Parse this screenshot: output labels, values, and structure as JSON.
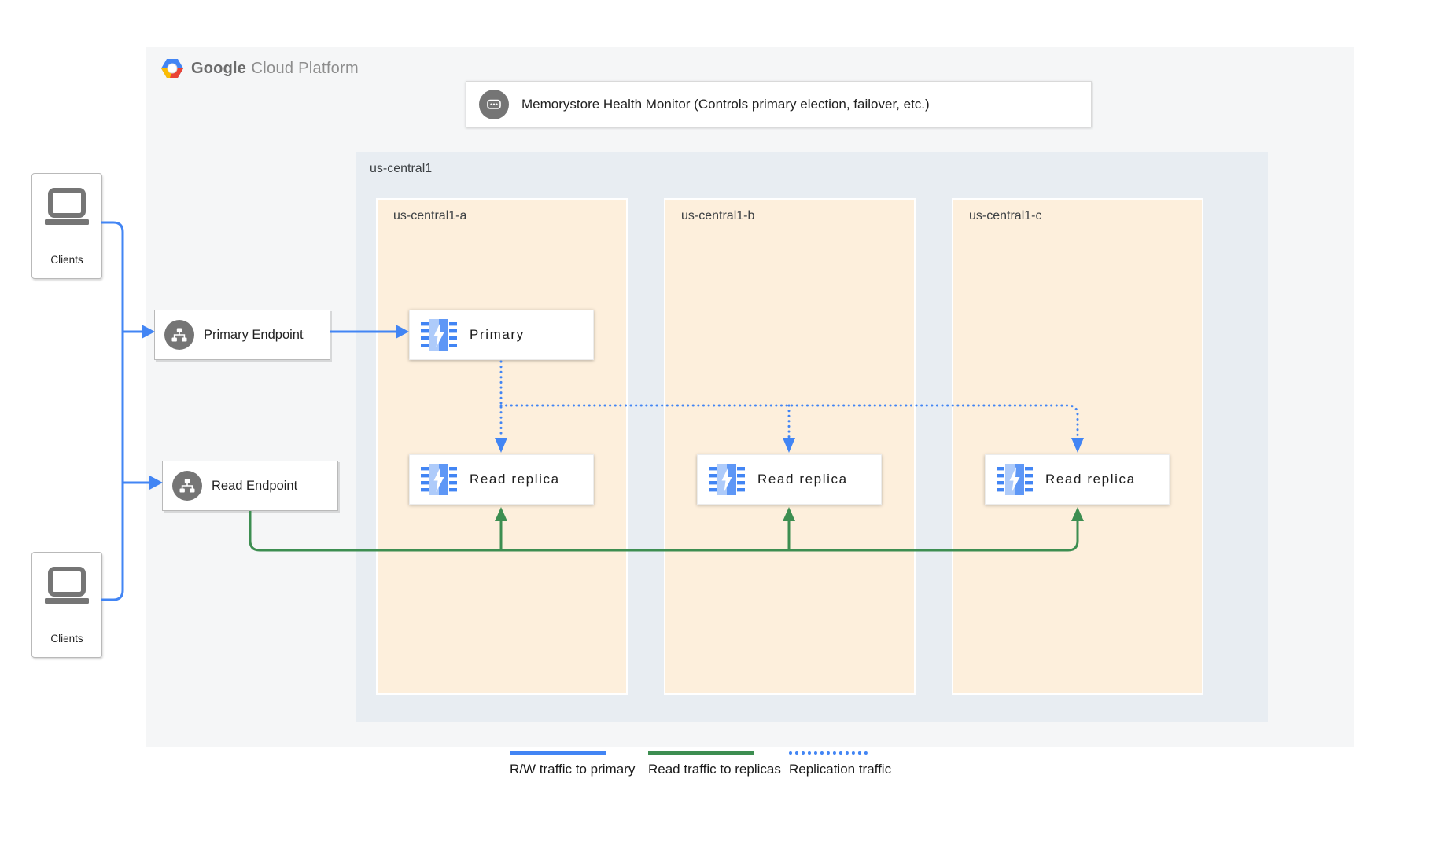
{
  "header": {
    "logo_bold": "Google",
    "logo_light": "Cloud Platform"
  },
  "health_monitor": {
    "label": "Memorystore Health Monitor (Controls primary election, failover, etc.)",
    "icon": "chat-ellipsis-icon"
  },
  "clients": {
    "top": {
      "label": "Clients",
      "icon": "laptop-icon"
    },
    "bottom": {
      "label": "Clients",
      "icon": "laptop-icon"
    }
  },
  "endpoints": {
    "primary": {
      "label": "Primary Endpoint",
      "icon": "network-icon"
    },
    "read": {
      "label": "Read Endpoint",
      "icon": "network-icon"
    }
  },
  "region": {
    "label": "us-central1",
    "zones": [
      {
        "label": "us-central1-a"
      },
      {
        "label": "us-central1-b"
      },
      {
        "label": "us-central1-c"
      }
    ]
  },
  "nodes": {
    "primary": {
      "label": "Primary",
      "icon": "memorystore-icon"
    },
    "replica_a": {
      "label": "Read replica",
      "icon": "memorystore-icon"
    },
    "replica_b": {
      "label": "Read replica",
      "icon": "memorystore-icon"
    },
    "replica_c": {
      "label": "Read replica",
      "icon": "memorystore-icon"
    }
  },
  "legend": {
    "items": [
      {
        "label": "R/W traffic to primary",
        "style": "solid",
        "color": "#4285f4"
      },
      {
        "label": "Read traffic to replicas",
        "style": "solid",
        "color": "#3d8e51"
      },
      {
        "label": "Replication traffic",
        "style": "dotted",
        "color": "#4285f4"
      }
    ]
  },
  "colors": {
    "rw_traffic_blue": "#4285f4",
    "read_traffic_green": "#3d8e51",
    "replication_blue": "#4285f4",
    "region_bg": "#e8edf2",
    "zone_bg": "#fdefdc",
    "panel_bg": "#f5f6f7",
    "icon_gray": "#757575"
  }
}
